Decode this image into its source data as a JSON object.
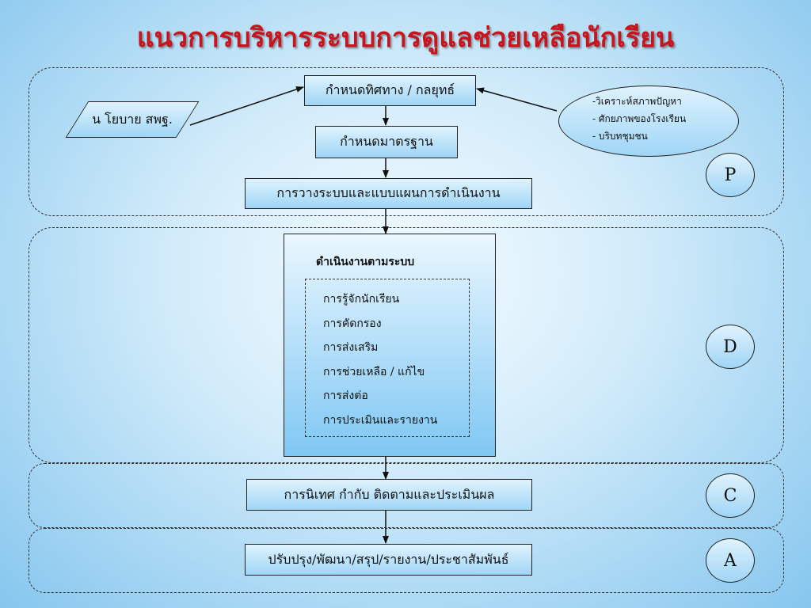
{
  "title": "แนวการบริหารระบบการดูแลช่วยเหลือนักเรียน",
  "plan": {
    "direction_box": "กำหนดทิศทาง / กลยุทธ์",
    "policy": "น โยบาย สพฐ.",
    "analysis_items": [
      "-วิเคราะห์สภาพปัญหา",
      "- ศักยภาพของโรงเรียน",
      "- บริบทชุมชน"
    ],
    "standard_box": "กำหนดมาตรฐาน",
    "system_plan_box": "การวางระบบและแบบแผนการดำเนินงาน",
    "label": "P"
  },
  "do": {
    "heading": "ดำเนินงานตามระบบ",
    "steps": [
      "การรู้จักนักเรียน",
      "การคัดกรอง",
      "การส่งเสริม",
      "การช่วยเหลือ / แก้ไข",
      "การส่งต่อ",
      "การประเมินและรายงาน"
    ],
    "label": "D"
  },
  "check": {
    "box": "การนิเทศ  กำกับ  ติดตามและประเมินผล",
    "label": "C"
  },
  "act": {
    "box": "ปรับปรุง/พัฒนา/สรุป/รายงาน/ประชาสัมพันธ์",
    "label": "A"
  }
}
